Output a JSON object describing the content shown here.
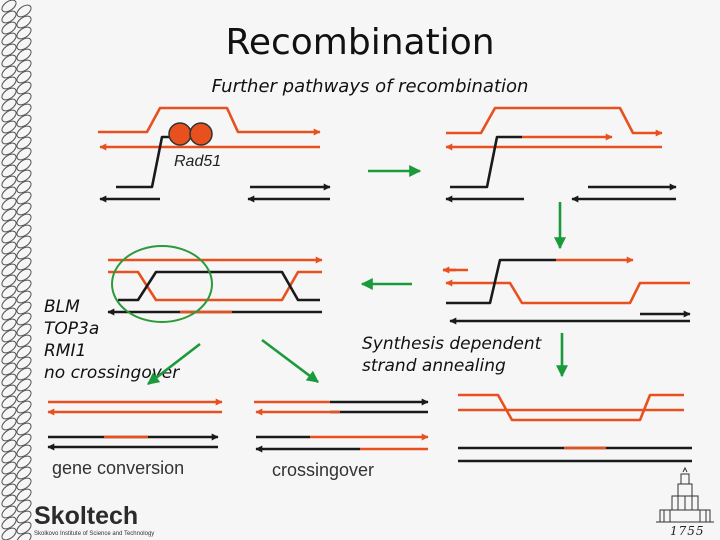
{
  "title": "Recombination",
  "subtitle": "Further pathways of recombination",
  "left_labels": [
    "BLM",
    "TOP3a",
    "RMI1",
    "no crossingover"
  ],
  "sdsa_label": [
    "Synthesis dependent",
    "strand annealing"
  ],
  "protein_label": "Rad51",
  "outcome_labels": {
    "gene_conversion": "gene conversion",
    "crossingover": "crossingover"
  },
  "logo": {
    "name": "Skoltech",
    "subtitle": "Skolkovo Institute of Science and Technology"
  },
  "seal_year": "1755",
  "colors": {
    "orange_strand": "#e8501e",
    "black_strand": "#1a1a1a",
    "green_arrow": "#1a9a3a",
    "protein_fill": "#e8501e",
    "circle": "#2a9a3a"
  },
  "icons": [
    "decorative-ring-border",
    "university-seal-icon"
  ]
}
